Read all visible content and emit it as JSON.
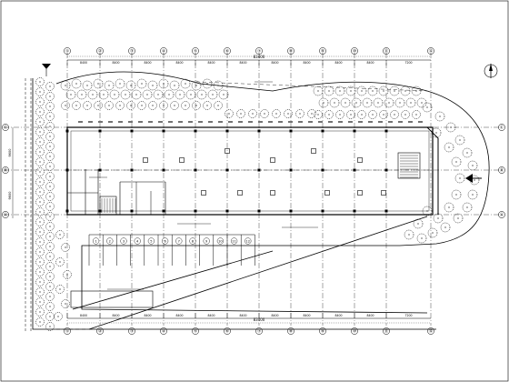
{
  "drawing": {
    "type": "site-and-floor plan (CAD)",
    "colors": {
      "line": "#000000",
      "background": "#ffffff"
    }
  },
  "grid_axes": {
    "top_labels": [
      "①",
      "②",
      "③",
      "④",
      "⑤",
      "⑥",
      "⑦",
      "⑧",
      "⑨",
      "⑩",
      "⑪",
      "⑫"
    ],
    "left_labels": [
      "Ⓒ",
      "Ⓑ",
      "Ⓐ"
    ],
    "right_labels": [
      "Ⓒ",
      "Ⓑ",
      "Ⓐ"
    ]
  },
  "dimensions": {
    "bays": [
      "8400",
      "8400",
      "8400",
      "8400",
      "8400",
      "8400",
      "8400",
      "8400",
      "8400",
      "8400",
      "7200"
    ],
    "overall": "83400",
    "left_bays": [
      "9600",
      "9600"
    ]
  },
  "parking": {
    "numbers": [
      "1",
      "2",
      "3",
      "4",
      "5",
      "6",
      "7",
      "8",
      "9",
      "10",
      "11",
      "12"
    ]
  },
  "labels": {
    "entrance_arrow": "⇦",
    "north_mark": "N"
  },
  "icons": [
    "north-arrow-icon",
    "tree-symbol-icon",
    "entrance-arrow-icon",
    "stair-icon"
  ]
}
